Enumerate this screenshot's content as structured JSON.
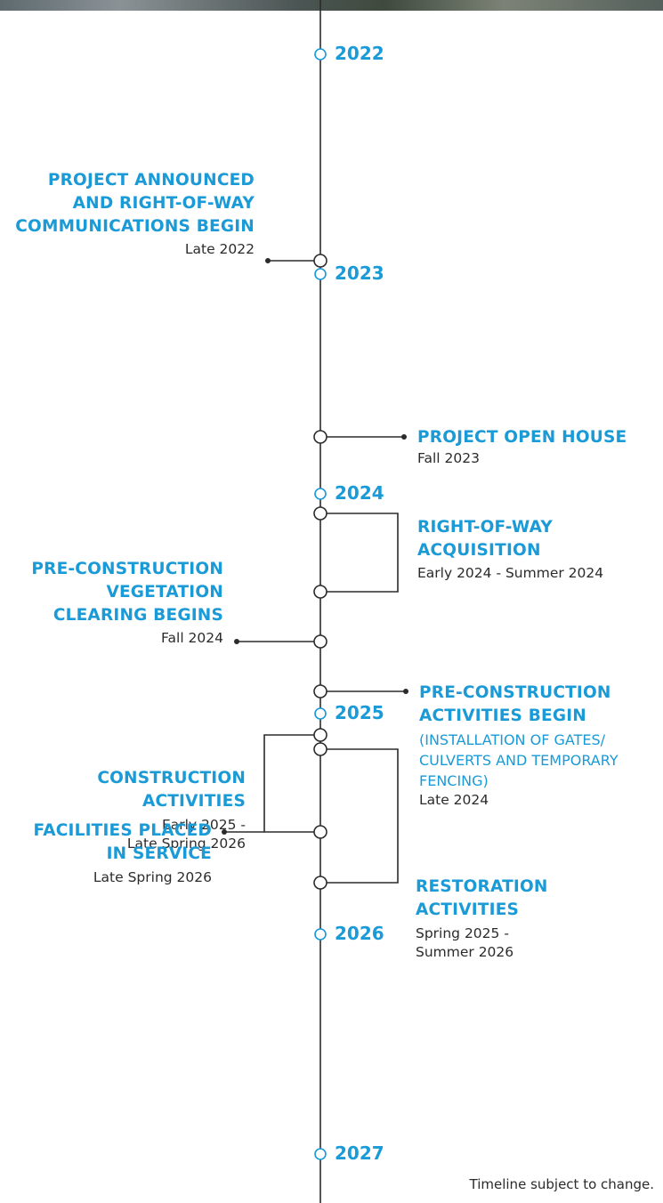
{
  "years": [
    "2022",
    "2023",
    "2024",
    "2025",
    "2026",
    "2027"
  ],
  "events": {
    "announced": {
      "title_lines": [
        "PROJECT ANNOUNCED",
        "AND RIGHT-OF-WAY",
        "COMMUNICATIONS BEGIN"
      ],
      "date": "Late 2022"
    },
    "open_house": {
      "title": "PROJECT OPEN HOUSE",
      "date": "Fall 2023"
    },
    "row_acquisition": {
      "title_lines": [
        "RIGHT-OF-WAY",
        "ACQUISITION"
      ],
      "date": "Early 2024 - Summer 2024"
    },
    "vegetation": {
      "title_lines": [
        "PRE-CONSTRUCTION",
        "VEGETATION",
        "CLEARING BEGINS"
      ],
      "date": "Fall 2024"
    },
    "pre_construction": {
      "title_lines": [
        "PRE-CONSTRUCTION",
        "ACTIVITIES BEGIN"
      ],
      "detail_lines": [
        "(INSTALLATION OF GATES/",
        "CULVERTS AND TEMPORARY",
        "FENCING)"
      ],
      "date": "Late 2024"
    },
    "construction": {
      "title_lines": [
        "CONSTRUCTION",
        "ACTIVITIES"
      ],
      "date_lines": [
        "Early 2025 -",
        "Late Spring 2026"
      ]
    },
    "restoration": {
      "title_lines": [
        "RESTORATION",
        "ACTIVITIES"
      ],
      "date_lines": [
        "Spring 2025 -",
        "Summer 2026"
      ]
    },
    "in_service": {
      "title_lines": [
        "FACILITIES PLACED",
        "IN SERVICE"
      ],
      "date": "Late Spring 2026"
    }
  },
  "footnote": "Timeline subject to change.",
  "colors": {
    "accent": "#1a9ad6",
    "line": "#2b2b2b",
    "text": "#2b2b2b"
  }
}
